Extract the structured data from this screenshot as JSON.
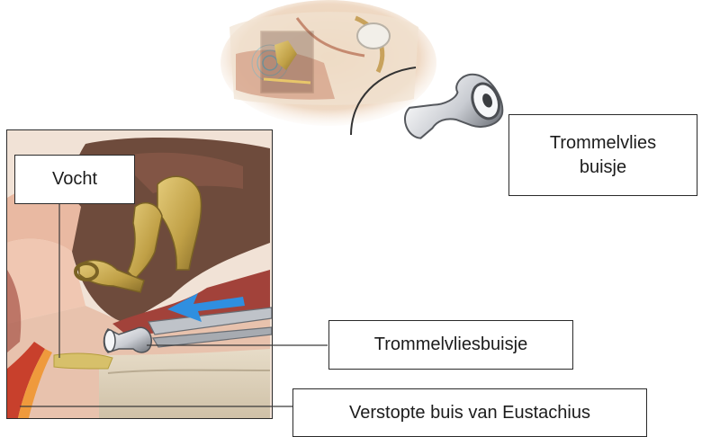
{
  "labels": {
    "fluid": "Vocht",
    "tube_detail": [
      "Trommelvlies",
      "buisje"
    ],
    "tube_inserted": "Trommelvliesbuisje",
    "eustachian": "Verstopte buis van Eustachius"
  },
  "colors": {
    "frame": "#2b2b2b",
    "bone": "#c8a84c",
    "cavity": "#6e4b3c",
    "tissue": "#d9a88f",
    "fluid": "#d7c06a",
    "arrow": "#2f8fe0",
    "tube": "#e8eaee",
    "canal_red": "#c8402c"
  }
}
